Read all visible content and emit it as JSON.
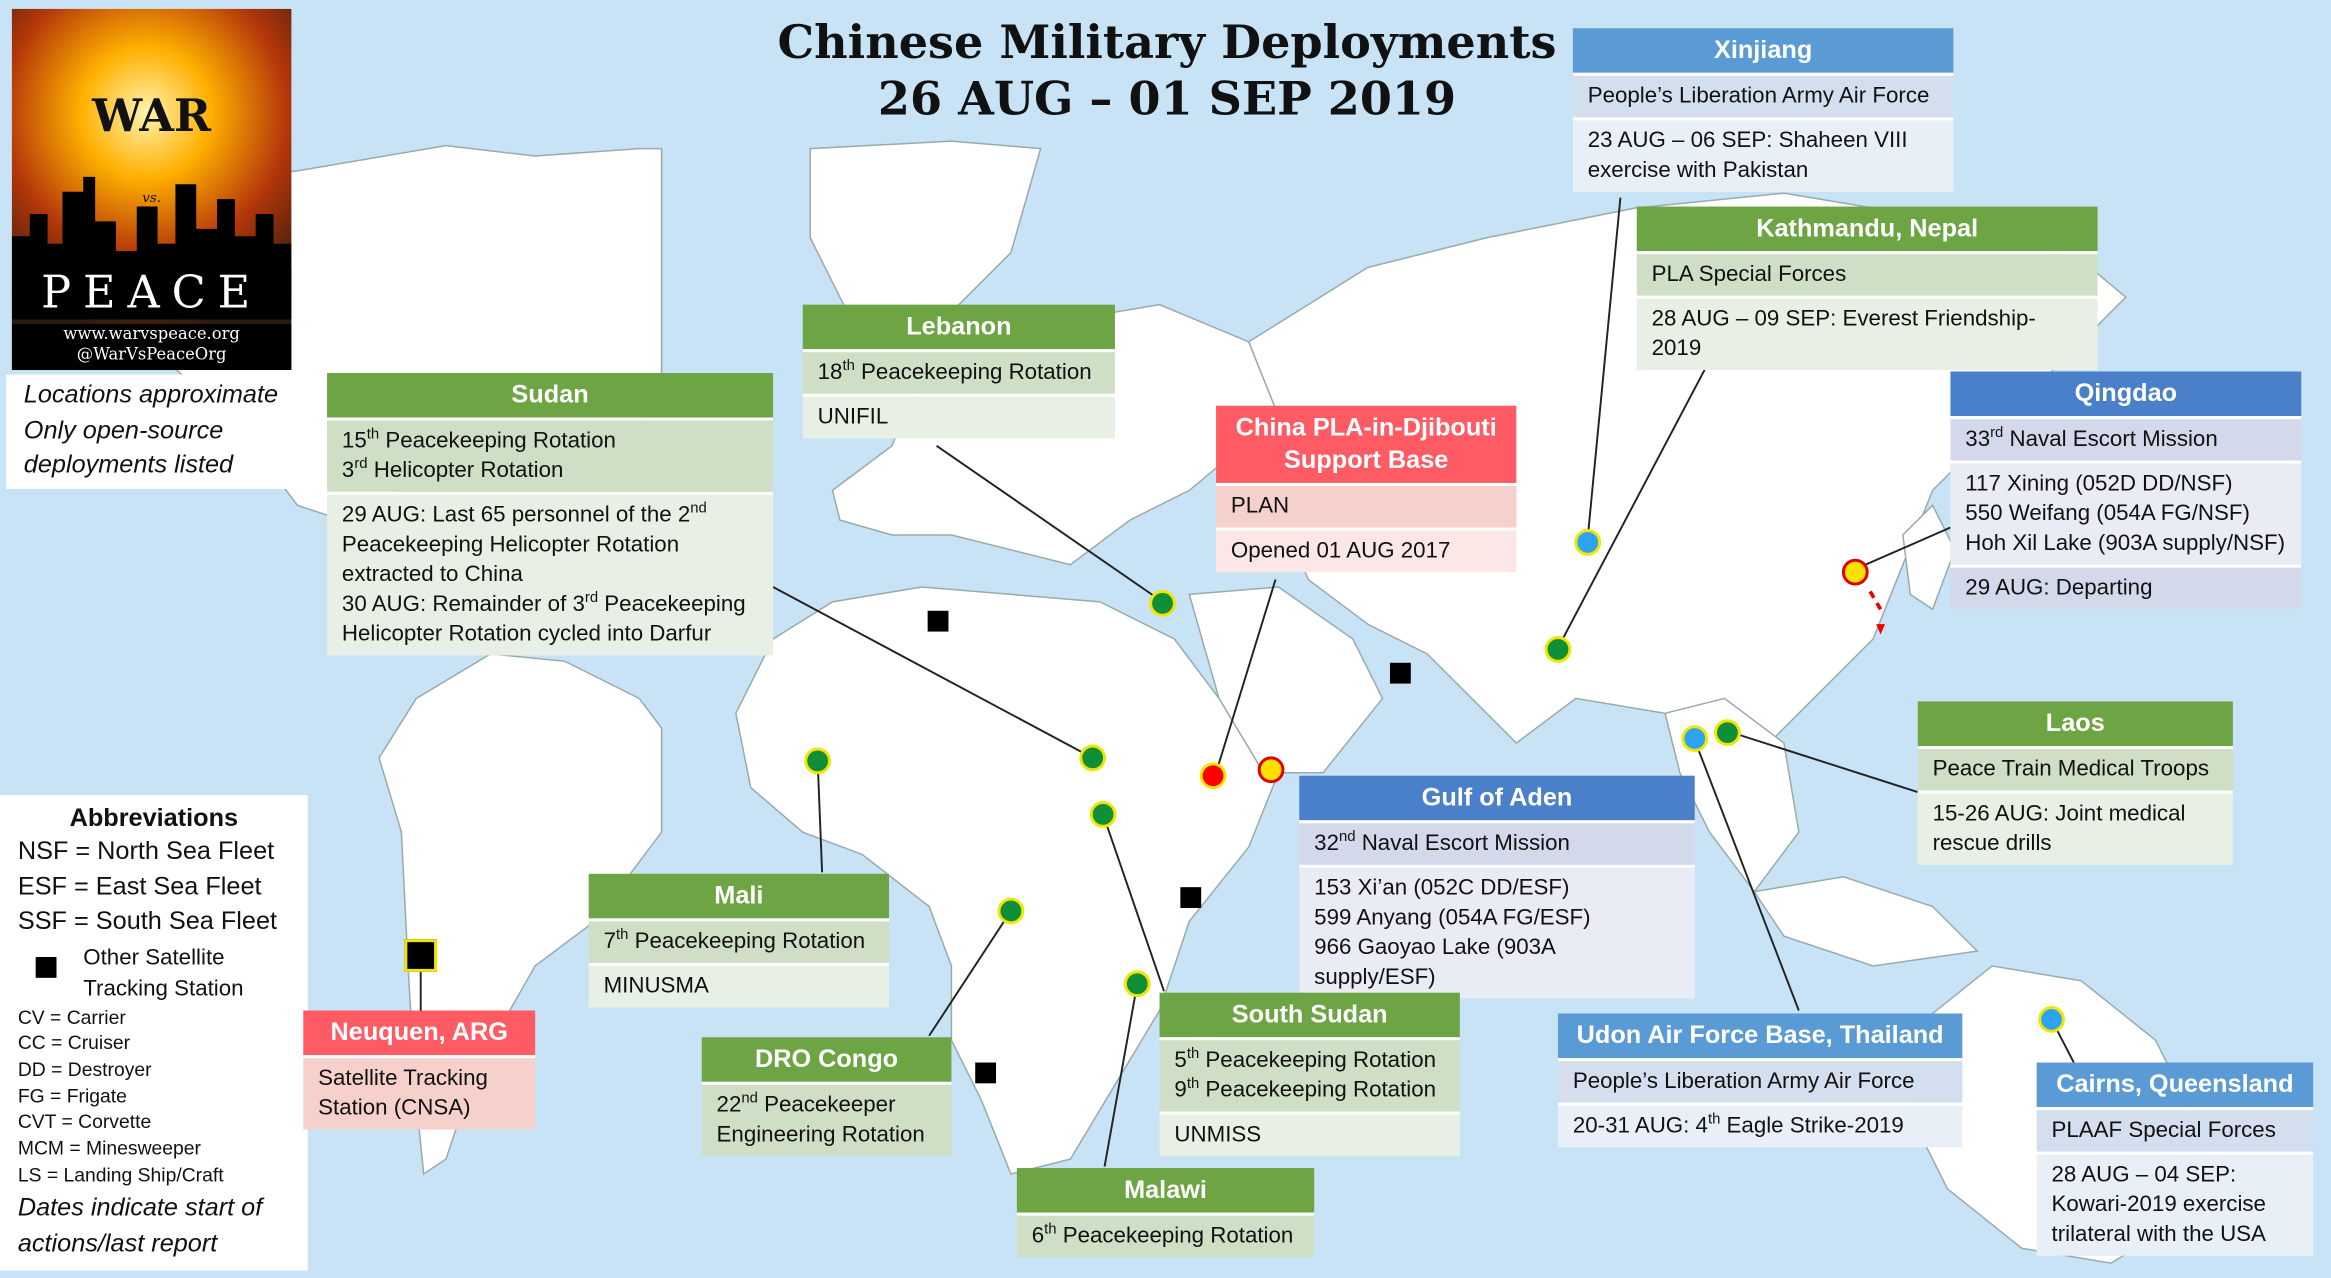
{
  "title": {
    "line1": "Chinese Military Deployments",
    "line2": "26 AUG – 01 SEP 2019"
  },
  "logo": {
    "war": "WAR",
    "vs": "vs.",
    "peace": "PEACE",
    "website": "www.warvspeace.org",
    "handle": "@WarVsPeaceOrg"
  },
  "note": {
    "line1": "Locations approximate",
    "line2": "Only open-source",
    "line3": "deployments listed"
  },
  "abbreviations": {
    "heading": "Abbreviations",
    "fleets": [
      "NSF = North Sea Fleet",
      "ESF = East Sea Fleet",
      "SSF = South Sea Fleet"
    ],
    "satellite_line1": "Other Satellite",
    "satellite_line2": "Tracking Station",
    "ships": [
      "CV = Carrier",
      "CC = Cruiser",
      "DD = Destroyer",
      "FG = Frigate",
      "CVT = Corvette",
      "MCM = Minesweeper",
      "LS = Landing Ship/Craft"
    ],
    "footer1": "Dates indicate start of",
    "footer2": "actions/last report"
  },
  "boxes": {
    "sudan": {
      "title": "Sudan",
      "r1a_pre": "15",
      "r1a_sup": "th",
      "r1a_post": " Peacekeeping Rotation",
      "r1b_pre": "3",
      "r1b_sup": "rd",
      "r1b_post": " Helicopter Rotation",
      "r2a_pre": "29 AUG: Last 65 personnel of the 2",
      "r2a_sup": "nd",
      "r2b": "Peacekeeping Helicopter Rotation",
      "r2c": "extracted to China",
      "r2d_pre": "30 AUG: Remainder of 3",
      "r2d_sup": "rd",
      "r2d_post": " Peacekeeping",
      "r2e": "Helicopter Rotation cycled into Darfur"
    },
    "lebanon": {
      "title": "Lebanon",
      "r1_pre": "18",
      "r1_sup": "th",
      "r1_post": " Peacekeeping Rotation",
      "r2": "UNIFIL"
    },
    "djibouti": {
      "title1": "China PLA-in-Djibouti",
      "title2": "Support Base",
      "r1": "PLAN",
      "r2": "Opened 01 AUG 2017"
    },
    "xinjiang": {
      "title": "Xinjiang",
      "r1": "People’s Liberation Army Air Force",
      "r2a": "23 AUG – 06 SEP: Shaheen VIII",
      "r2b": "exercise with Pakistan"
    },
    "nepal": {
      "title": "Kathmandu, Nepal",
      "r1": "PLA Special Forces",
      "r2": "28 AUG – 09 SEP: Everest Friendship-2019"
    },
    "qingdao": {
      "title": "Qingdao",
      "r1_pre": "33",
      "r1_sup": "rd",
      "r1_post": " Naval Escort Mission",
      "r2a": "117 Xining (052D DD/NSF)",
      "r2b": "550 Weifang (054A FG/NSF)",
      "r2c": "Hoh Xil Lake (903A supply/NSF)",
      "r3": "29 AUG: Departing"
    },
    "laos": {
      "title": "Laos",
      "r1": "Peace Train Medical Troops",
      "r2a": "15-26 AUG: Joint medical",
      "r2b": "rescue drills"
    },
    "aden": {
      "title": "Gulf of Aden",
      "r1_pre": "32",
      "r1_sup": "nd",
      "r1_post": " Naval Escort Mission",
      "r2a": "153 Xi’an (052C DD/ESF)",
      "r2b": "599 Anyang (054A FG/ESF)",
      "r2c": "966 Gaoyao Lake (903A supply/ESF)"
    },
    "mali": {
      "title": "Mali",
      "r1_pre": "7",
      "r1_sup": "th",
      "r1_post": " Peacekeeping Rotation",
      "r2": "MINUSMA"
    },
    "neuquen": {
      "title": "Neuquen, ARG",
      "r1a": "Satellite Tracking",
      "r1b": "Station (CNSA)"
    },
    "congo": {
      "title": "DRO Congo",
      "r1a_pre": "22",
      "r1a_sup": "nd",
      "r1a_post": " Peacekeeper",
      "r1b": "Engineering Rotation"
    },
    "south_sudan": {
      "title": "South Sudan",
      "r1a_pre": "5",
      "r1a_sup": "th",
      "r1a_post": " Peacekeeping Rotation",
      "r1b_pre": "9",
      "r1b_sup": "th",
      "r1b_post": " Peacekeeping Rotation",
      "r2": "UNMISS"
    },
    "malawi": {
      "title": "Malawi",
      "r1_pre": "6",
      "r1_sup": "th",
      "r1_post": " Peacekeeping Rotation"
    },
    "thailand": {
      "title": "Udon Air Force Base, Thailand",
      "r1": "People’s Liberation Army Air Force",
      "r2_pre": "20-31 AUG: 4",
      "r2_sup": "th",
      "r2_post": " Eagle Strike-2019"
    },
    "cairns": {
      "title": "Cairns, Queensland",
      "r1": "PLAAF Special Forces",
      "r2a": "28 AUG – 04 SEP:",
      "r2b": "Kowari-2019 exercise",
      "r2c": "trilateral with the USA"
    }
  },
  "colors": {
    "ocean": "#c8e3f6",
    "land": "#ffffff",
    "green_header": "#6ea544",
    "blue_header": "#4a7fc9",
    "light_blue_header": "#5b9bd5",
    "red_header": "#ff5b64"
  }
}
